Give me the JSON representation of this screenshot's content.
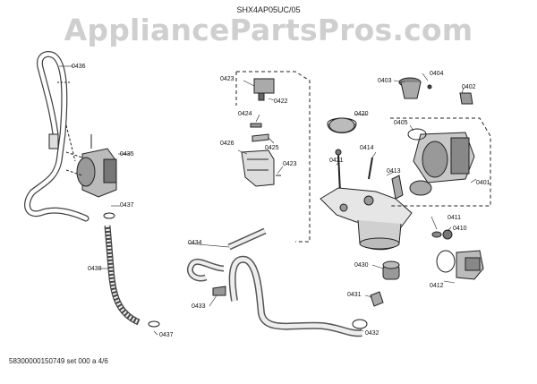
{
  "header": {
    "model": "SHX4AP05UC/05",
    "watermark": "AppliancePartsPros.com"
  },
  "footer": {
    "code": "58300000150749 set 000 a 4/6"
  },
  "labels": [
    "0436",
    "0435",
    "0437",
    "0438",
    "0437",
    "0423",
    "0422",
    "0424",
    "0425",
    "0426",
    "0423",
    "0420",
    "0421",
    "0414",
    "0413",
    "0403",
    "0404",
    "0402",
    "0405",
    "0401",
    "0411",
    "0410",
    "0412",
    "0434",
    "0433",
    "0430",
    "0431",
    "0432"
  ]
}
